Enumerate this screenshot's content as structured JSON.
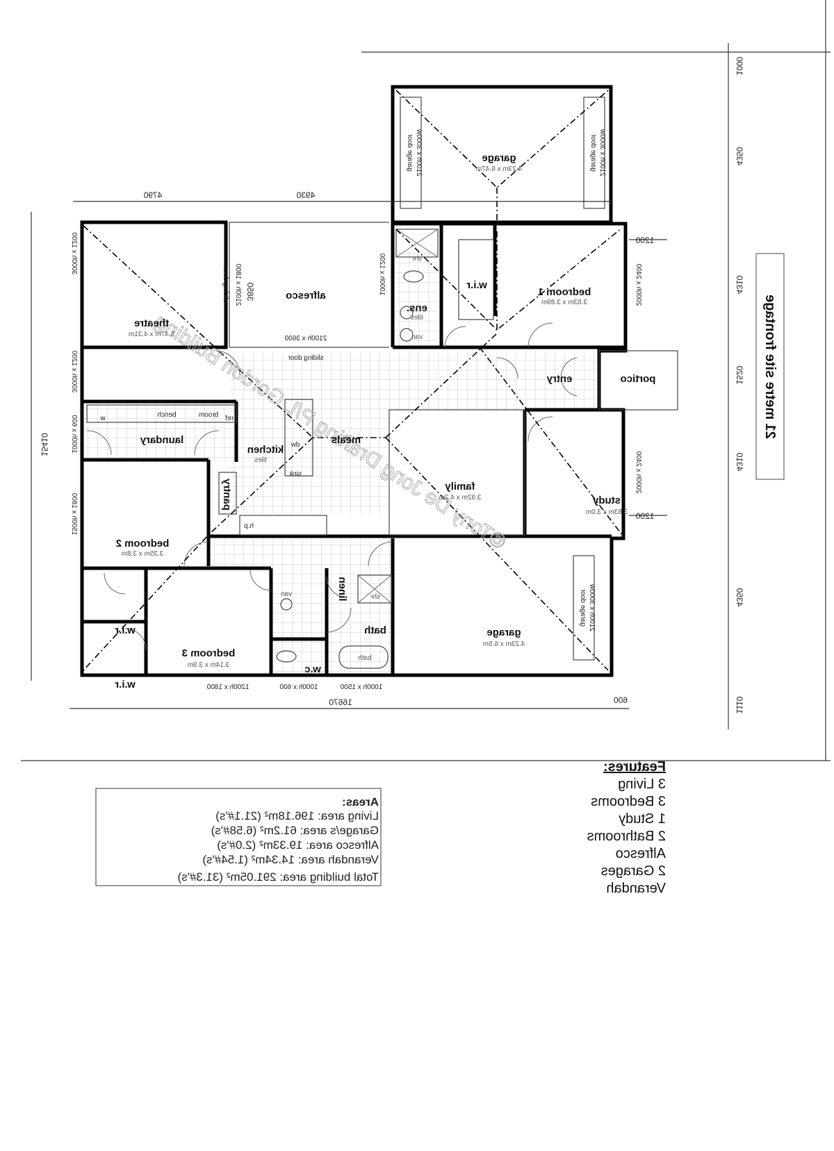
{
  "title": "21 metre site frontage",
  "watermark": "©Tony De Jong Drafting P/L Gordon Building",
  "rooms": {
    "garage_top": {
      "label": "garage",
      "size": "4.23m x 6.47m"
    },
    "garage_door": "garage door",
    "garage_door_size": "2100h x 3000w",
    "theatre": {
      "label": "theatre",
      "size": "5.47m x 4.31m"
    },
    "alfresco": {
      "label": "alfresco",
      "depth": "3850",
      "opening": "2100h x 3600"
    },
    "sliding_door": "sliding door",
    "ensuite": {
      "label": "ens.",
      "finish": "tiles",
      "van": "van",
      "shr": "shr"
    },
    "wir": "w.i.r",
    "bedroom1": {
      "label": "bedroom 1",
      "size": "3.83m x 3.89m"
    },
    "entry": "entry",
    "portico": "portico",
    "laundry": {
      "label": "laundary",
      "bench": "bench",
      "broom": "broom",
      "ref": "ref",
      "w": "w"
    },
    "kitchen": {
      "label": "kitchen",
      "finish": "tiles",
      "dw": "dw",
      "sink": "sink",
      "hp": "h.p",
      "pantry": "pantry"
    },
    "meals": "meals",
    "family": {
      "label": "family",
      "size": "3.92m x 4.2m"
    },
    "study": {
      "label": "study",
      "size": "3.83m x 3.0m"
    },
    "bedroom2": {
      "label": "bedroom 2",
      "size": "3.35m x 3.8m"
    },
    "bedroom3": {
      "label": "bedroom 3",
      "size": "3.14m x 3.9m"
    },
    "van": "van",
    "wc": "w.c",
    "linen": "linen",
    "shr": "shr",
    "bath": {
      "label": "bath",
      "tub": "bath"
    },
    "garage_bottom": {
      "label": "garage",
      "size": "4.23m x 6.5m"
    }
  },
  "dimensions": {
    "top": [
      "4790",
      "4930"
    ],
    "left_total": "15410",
    "bottom_total": "16670",
    "bottom_offset": "600",
    "right": [
      "1000",
      "4350",
      "4310",
      "1520",
      "4310",
      "4350",
      "1110"
    ],
    "portico_offsets": [
      "1200",
      "1200"
    ]
  },
  "windows": {
    "theatre_1": "3000h x 1200",
    "theatre_2": "3000h x 1200",
    "laundry": "1000h x 600",
    "bedroom2": "1500h x 1800",
    "theatre_door": "2100h x 1800",
    "ensuite": "1000h x 1200",
    "bedroom1": "2000h x 2400",
    "study": "2000h x 2400",
    "bedroom3": "1200h x 1800",
    "wc": "1000h x 600",
    "bath": "1000h x 1500"
  },
  "areas": {
    "heading": "Areas:",
    "lines": [
      "Living area: 196.18m² (21.1#'s)",
      "Garage/s area: 61.2m² (6.58#'s)",
      "Alfresco area: 19.33m² (2.0#'s)",
      "Verandah area: 14.34m² (1.54#'s)"
    ],
    "total": "Total building area: 291.05m² (31.3#'s)"
  },
  "features": {
    "heading": "Features:",
    "items": [
      "3 Living",
      "3 Bedrooms",
      "1 Study",
      "2 Bathrooms",
      "Alfresco",
      "2 Garages",
      "Verandah"
    ]
  }
}
